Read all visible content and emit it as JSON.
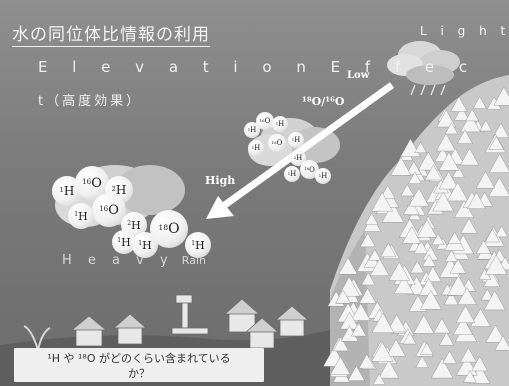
{
  "title": "水の同位体比情報の利用",
  "light_rain": "L i g h t R a",
  "elevation_line1": "E l e v a t i o n E f f e c",
  "elevation_line2": "t（高度効果）",
  "low_label": "Low",
  "ratio_label": "¹⁸O/¹⁶O",
  "high_label": "High",
  "heavy_label": "H e a v y",
  "heavy_rain_label": "Rain",
  "caption_line1": "¹H や ¹⁸O がどのくらい含まれている",
  "caption_line2": "か？",
  "molecules": {
    "m1": {
      "mass": "1",
      "sym": "H"
    },
    "m2": {
      "mass": "16",
      "sym": "O"
    },
    "m3": {
      "mass": "2",
      "sym": "H"
    },
    "m4": {
      "mass": "16",
      "sym": "O"
    },
    "m5": {
      "mass": "1",
      "sym": "H"
    },
    "m6": {
      "mass": "2",
      "sym": "H"
    },
    "m7": {
      "mass": "1",
      "sym": "H"
    },
    "m8": {
      "mass": "1",
      "sym": "H"
    },
    "m9": {
      "mass": "18",
      "sym": "O"
    },
    "m10": {
      "mass": "1",
      "sym": "H"
    },
    "s1": {
      "mass": "1",
      "sym": "H"
    },
    "s2": {
      "mass": "16",
      "sym": "O"
    },
    "s3": {
      "mass": "1",
      "sym": "H"
    },
    "s4": {
      "mass": "1",
      "sym": "H"
    },
    "s5": {
      "mass": "16",
      "sym": "O"
    },
    "s6": {
      "mass": "1",
      "sym": "H"
    },
    "s7": {
      "mass": "2",
      "sym": "H"
    },
    "s8": {
      "mass": "1",
      "sym": "H"
    },
    "s9": {
      "mass": "18",
      "sym": "O"
    },
    "s10": {
      "mass": "1",
      "sym": "H"
    }
  }
}
